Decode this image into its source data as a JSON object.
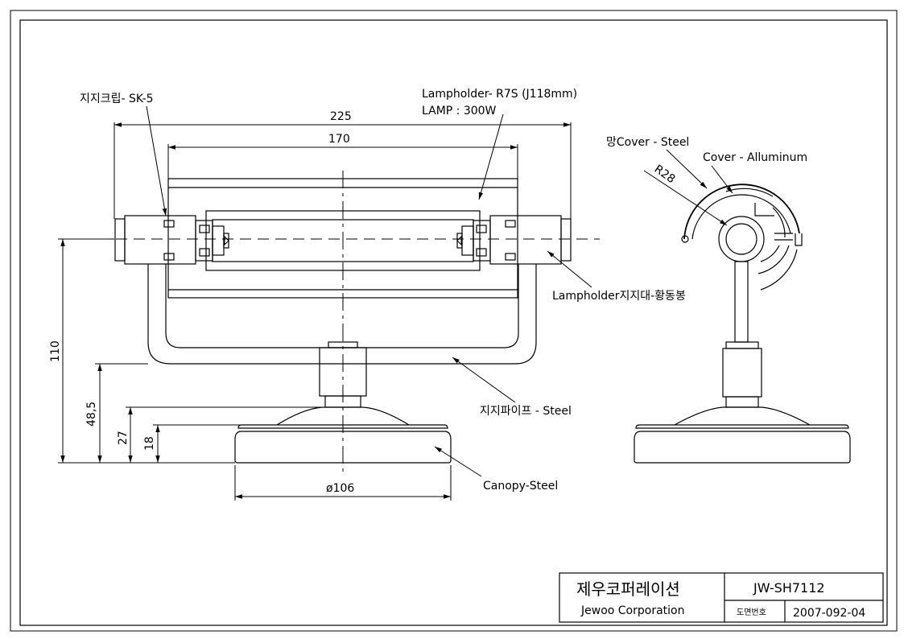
{
  "labels": {
    "clip": "지지크립- SK-5",
    "lampholder_line1": "Lampholder- R7S (J118mm)",
    "lampholder_line2": "LAMP : 300W",
    "mesh_cover": "망Cover - Steel",
    "cover": "Cover - Alluminum",
    "radius": "R28",
    "holder_support": "Lampholder지지대-황동봉",
    "support_pipe": "지지파이프 - Steel",
    "canopy": "Canopy-Steel"
  },
  "dimensions": {
    "width_overall": "225",
    "width_inner": "170",
    "height_total": "110",
    "height_pipe": "48,5",
    "height_27": "27",
    "height_18": "18",
    "diameter_canopy": "ø106"
  },
  "title_block": {
    "company_ko": "제우코퍼레이션",
    "company_en": "Jewoo Corporation",
    "model": "JW-SH7112",
    "drawing_no_label": "도면번호",
    "drawing_no": "2007-092-04"
  }
}
